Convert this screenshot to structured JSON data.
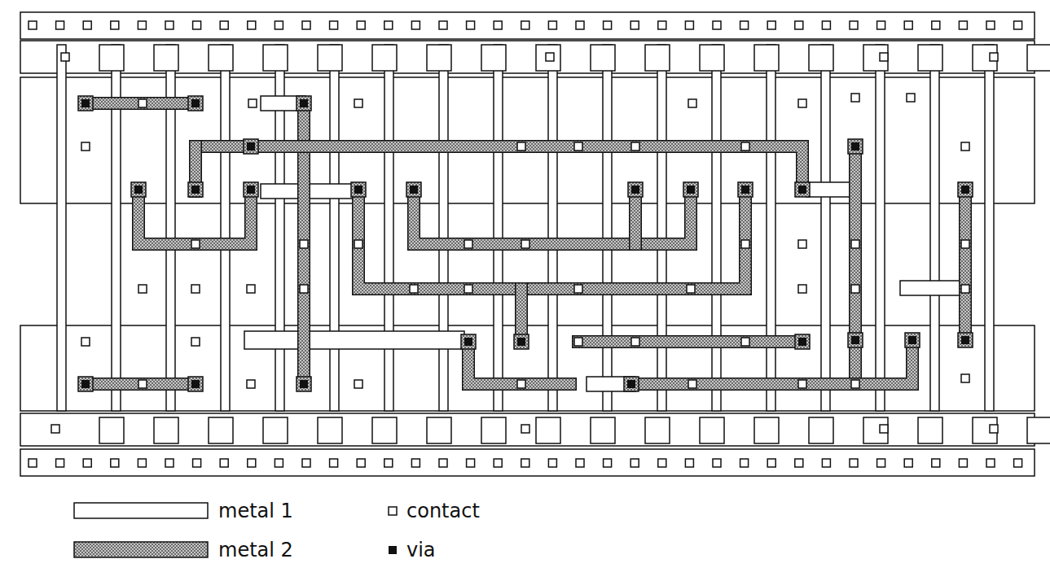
{
  "diagram": {
    "legend": [
      {
        "text": "metal 1"
      },
      {
        "text": "metal 2"
      },
      {
        "text": "contact"
      },
      {
        "text": "via"
      }
    ]
  }
}
